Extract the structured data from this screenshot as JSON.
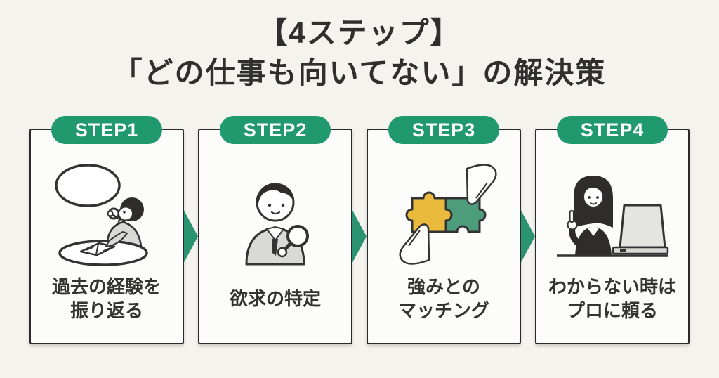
{
  "title": {
    "line1": "【4ステップ】",
    "line2": "「どの仕事も向いてない」の解決策"
  },
  "steps": [
    {
      "badge": "STEP1",
      "caption_lines": [
        "過去の経験を",
        "振り返る"
      ],
      "illustration": "person-thinking-writing-at-table"
    },
    {
      "badge": "STEP2",
      "caption_lines": [
        "欲求の特定"
      ],
      "illustration": "man-with-magnifying-glass"
    },
    {
      "badge": "STEP3",
      "caption_lines": [
        "強みとの",
        "マッチング"
      ],
      "illustration": "hands-matching-puzzle-pieces"
    },
    {
      "badge": "STEP4",
      "caption_lines": [
        "わからない時は",
        "プロに頼る"
      ],
      "illustration": "woman-advisor-with-laptop"
    }
  ],
  "icons": {
    "arrow": "step-arrow-right"
  },
  "colors": {
    "background": "#f4f3ee",
    "card_bg": "#fcfcfa",
    "card_border": "#2b2b2b",
    "accent_green": "#21996f",
    "arrow_green": "#2a9371",
    "badge_text": "#ffffff",
    "title_text": "#2f2f2d",
    "caption_text": "#333333",
    "puzzle_yellow": "#e9ba3c",
    "puzzle_green": "#4d9d7d",
    "illustration_gray": "#d9d9d5",
    "illustration_dark": "#2e2d2b",
    "illustration_line": "#333333",
    "laptop_screen": "#e4e4e1"
  }
}
